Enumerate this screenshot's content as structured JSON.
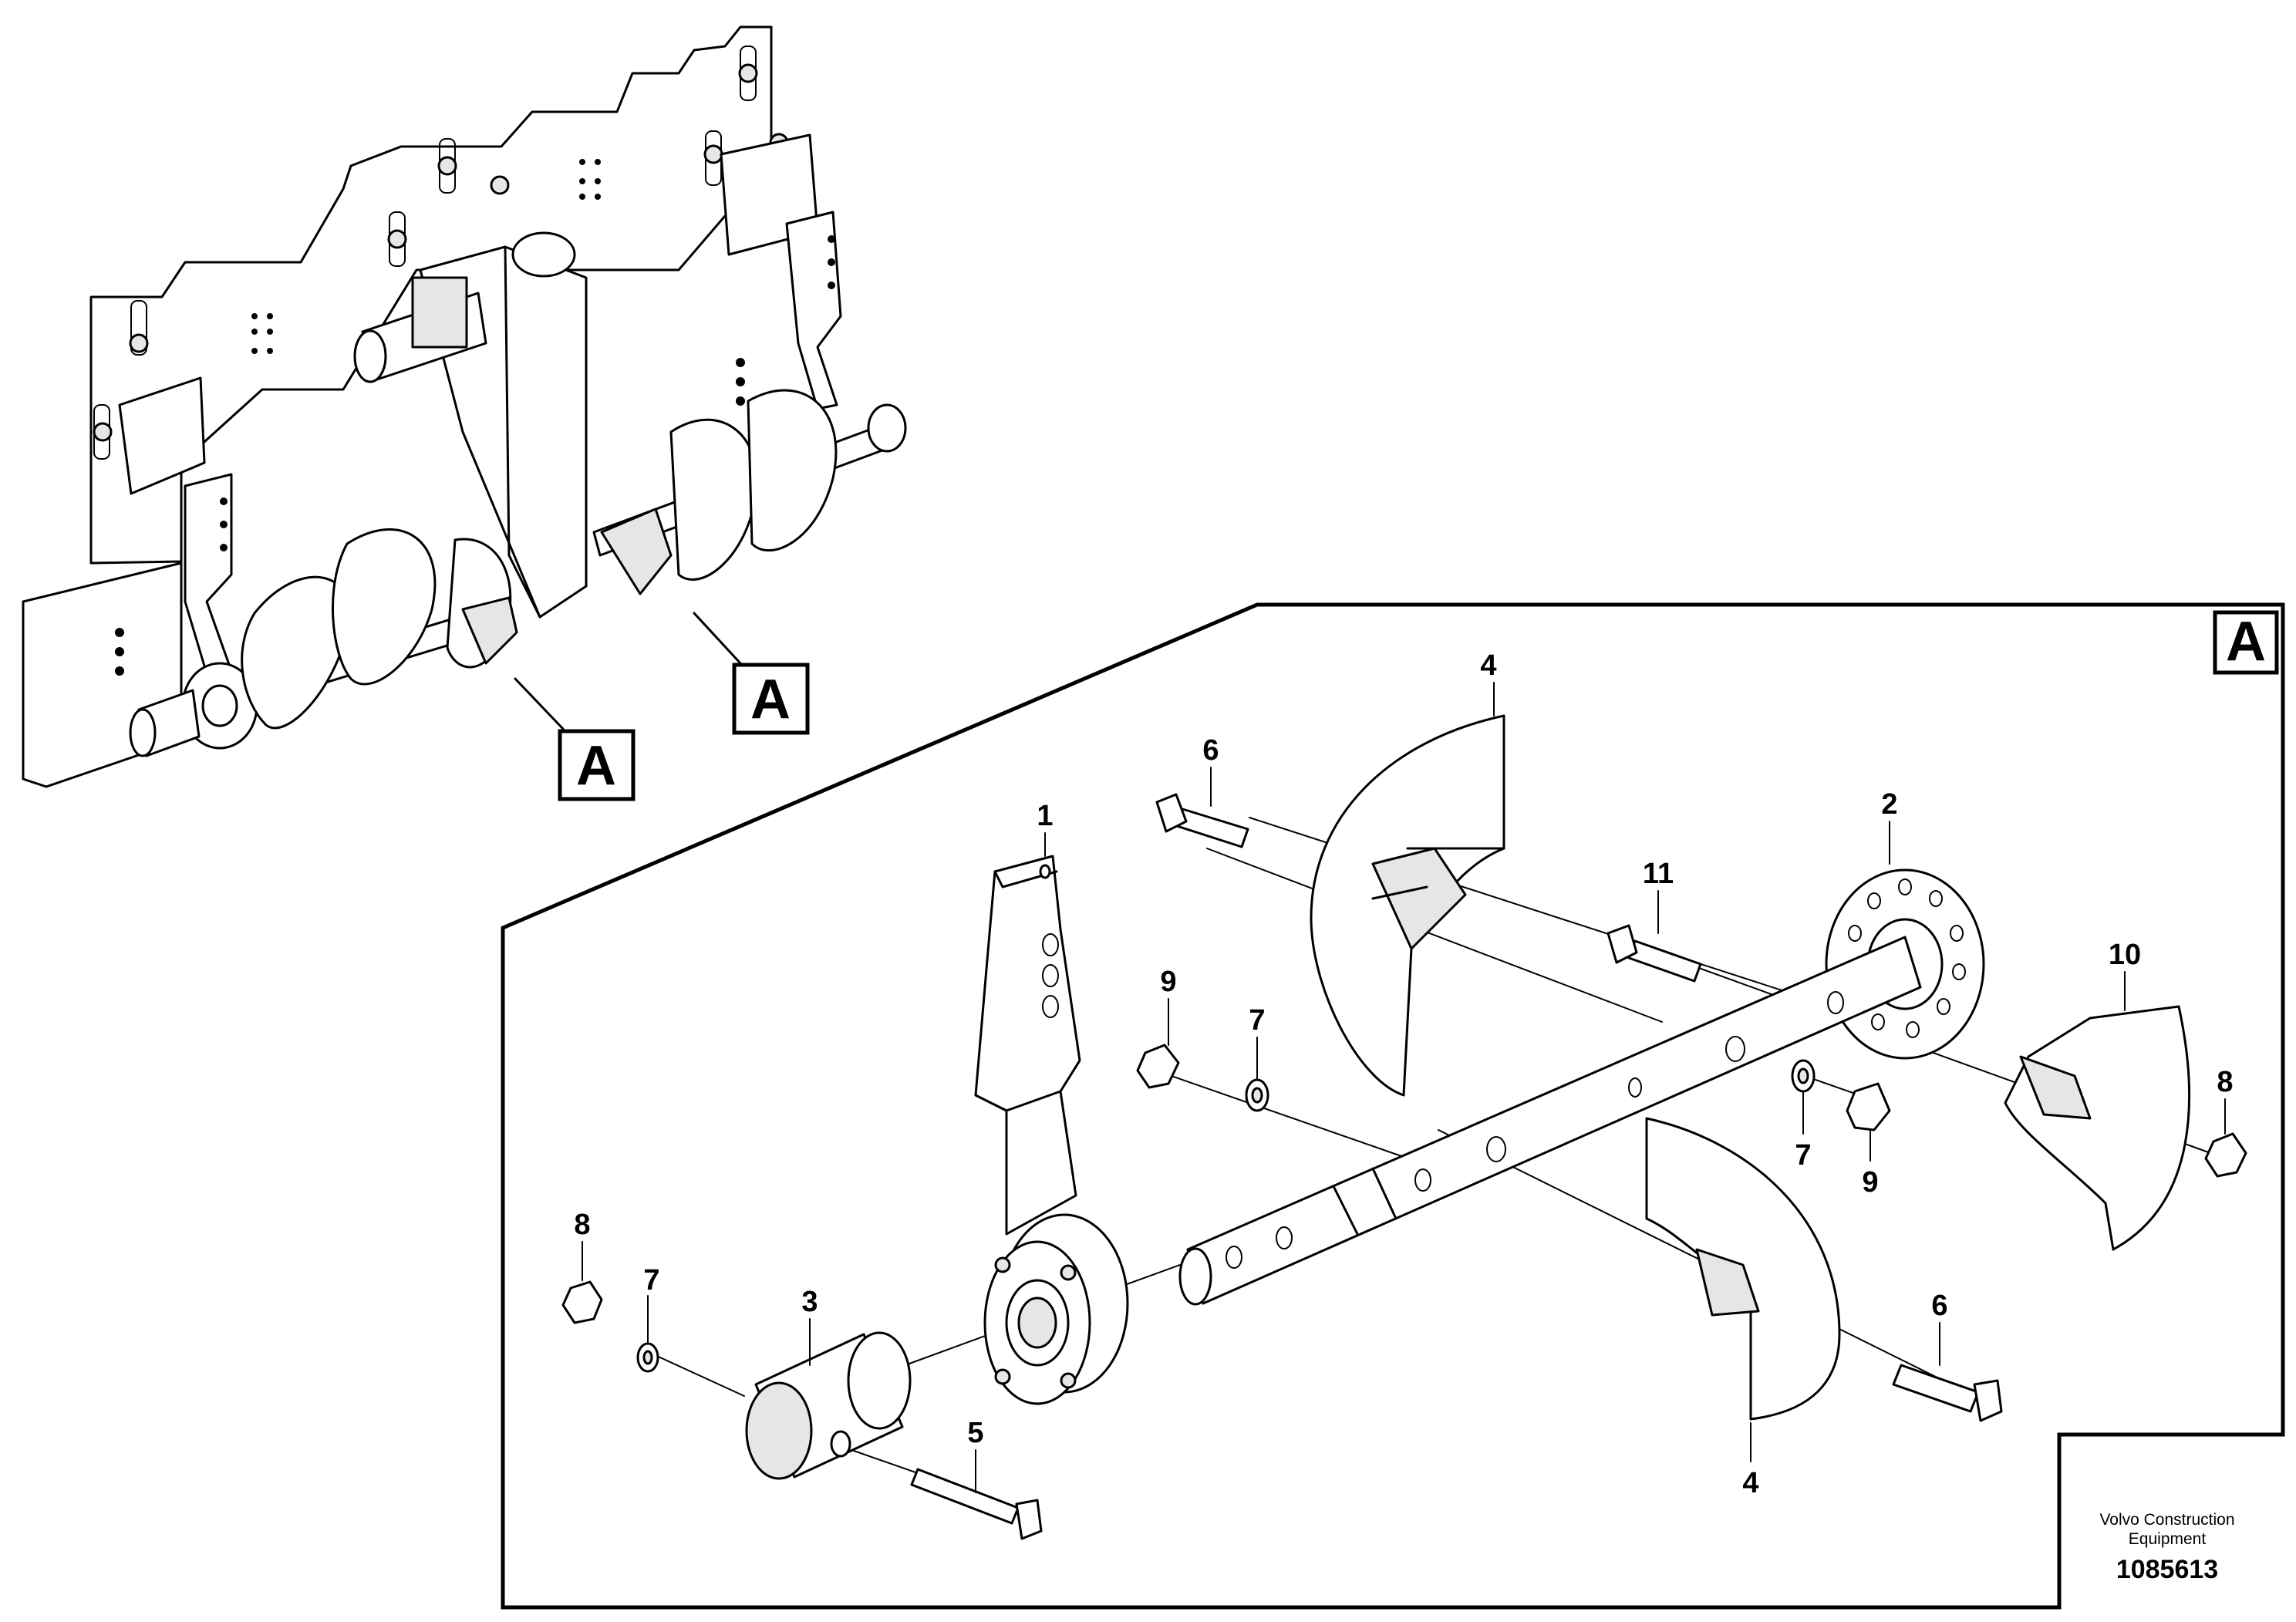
{
  "callout": {
    "letter": "A"
  },
  "detail_badge": "A",
  "parts": [
    {
      "id": "p1",
      "label": "1"
    },
    {
      "id": "p2",
      "label": "2"
    },
    {
      "id": "p3",
      "label": "3"
    },
    {
      "id": "p4a",
      "label": "4"
    },
    {
      "id": "p4b",
      "label": "4"
    },
    {
      "id": "p5",
      "label": "5"
    },
    {
      "id": "p6a",
      "label": "6"
    },
    {
      "id": "p6b",
      "label": "6"
    },
    {
      "id": "p7a",
      "label": "7"
    },
    {
      "id": "p7b",
      "label": "7"
    },
    {
      "id": "p7c",
      "label": "7"
    },
    {
      "id": "p8a",
      "label": "8"
    },
    {
      "id": "p8b",
      "label": "8"
    },
    {
      "id": "p9a",
      "label": "9"
    },
    {
      "id": "p9b",
      "label": "9"
    },
    {
      "id": "p10",
      "label": "10"
    },
    {
      "id": "p11",
      "label": "11"
    }
  ],
  "brand": {
    "line1": "Volvo Construction",
    "line2": "Equipment"
  },
  "drawing_number": "1085613"
}
